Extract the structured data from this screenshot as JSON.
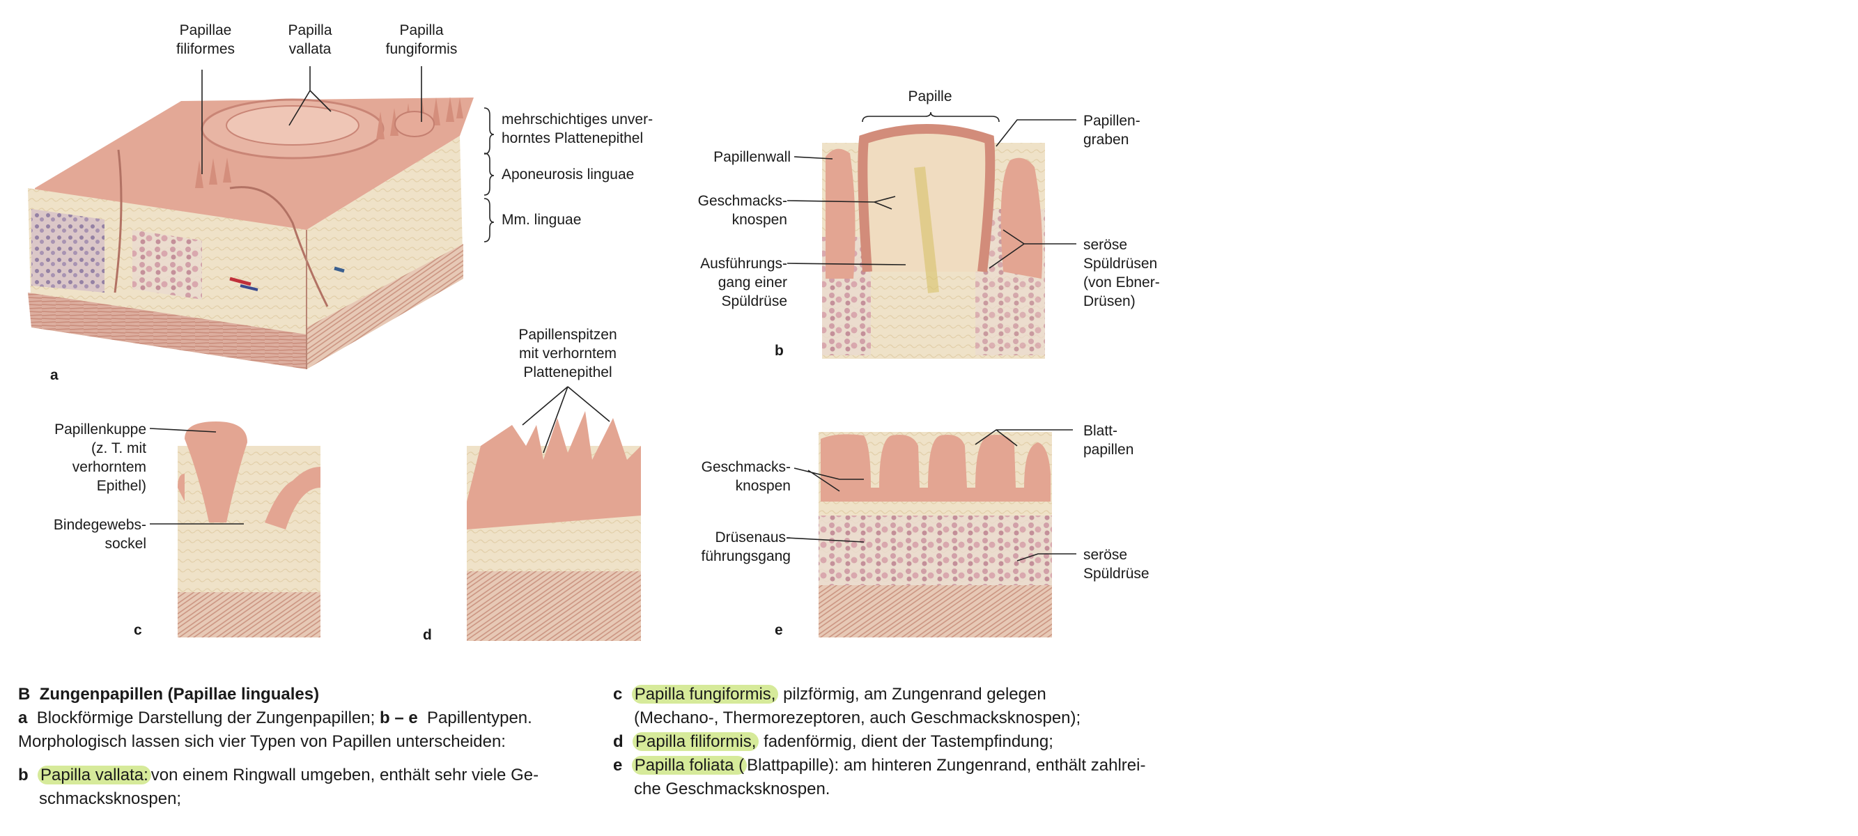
{
  "labels": {
    "a": {
      "papillae_filiformes": [
        "Papillae",
        "filiformes"
      ],
      "papilla_vallata": [
        "Papilla",
        "vallata"
      ],
      "papilla_fungiformis": [
        "Papilla",
        "fungiformis"
      ],
      "epithel": [
        "mehrschichtiges unver-",
        "horntes Plattenepithel"
      ],
      "aponeurosis": "Aponeurosis linguae",
      "mm_linguae": "Mm. linguae",
      "letter": "a"
    },
    "b": {
      "papille": "Papille",
      "papillenwall": "Papillenwall",
      "papillengraben": [
        "Papillen-",
        "graben"
      ],
      "geschmacksknospen": [
        "Geschmacks-",
        "knospen"
      ],
      "ausfuehrungsgang": [
        "Ausführungs-",
        "gang einer",
        "Spüldrüse"
      ],
      "seroese": [
        "seröse",
        "Spüldrüsen",
        "(von Ebner-",
        "Drüsen)"
      ],
      "letter": "b"
    },
    "c": {
      "papillenkuppe": [
        "Papillenkuppe",
        "(z. T. mit",
        "verhorntem",
        "Epithel)"
      ],
      "bindegewebs": [
        "Bindegewebs-",
        "sockel"
      ],
      "letter": "c"
    },
    "d": {
      "spitzen": [
        "Papillenspitzen",
        "mit verhorntem",
        "Plattenepithel"
      ],
      "letter": "d"
    },
    "e": {
      "blatt": [
        "Blatt-",
        "papillen"
      ],
      "geschmacksknospen": [
        "Geschmacks-",
        "knospen"
      ],
      "druesen": [
        "Drüsenaus-",
        "führungsgang"
      ],
      "seroese": [
        "seröse",
        "Spüldrüse"
      ],
      "letter": "e"
    }
  },
  "caption": {
    "left": {
      "title_letter": "B",
      "title": "Zungenpapillen (Papillae linguales)",
      "a_letter": "a",
      "a_text1": "Blockförmige Darstellung der Zungenpapillen;",
      "a_be": "b – e",
      "a_text2": "Papillentypen.",
      "a_line2": "Morphologisch lassen sich vier Typen von Papillen unterscheiden:",
      "b_letter": "b",
      "b_highlight": "Papilla vallata:",
      "b_text1": "von einem Ringwall umgeben, enthält sehr viele Ge-",
      "b_text2": "schmacksknospen;"
    },
    "right": {
      "c_letter": "c",
      "c_highlight": "Papilla fungiformis,",
      "c_text1": "pilzförmig, am Zungenrand gelegen",
      "c_text2": "(Mechano-, Thermorezeptoren, auch Geschmacksknospen);",
      "d_letter": "d",
      "d_highlight": "Papilla filiformis,",
      "d_text": "fadenförmig, dient der Tastempfindung;",
      "e_letter": "e",
      "e_highlight": "Papilla foliata (",
      "e_text1": "Blattpapille): am hinteren Zungenrand, enthält zahlrei-",
      "e_text2": "che Geschmacksknospen."
    }
  },
  "colors": {
    "epithel": "#e4a18e",
    "epithel_dark": "#c97b6a",
    "stroma": "#efe2c8",
    "muscle": "#d9a79a",
    "gland": "#c98a9a",
    "highlight": "#d6ea9a"
  }
}
